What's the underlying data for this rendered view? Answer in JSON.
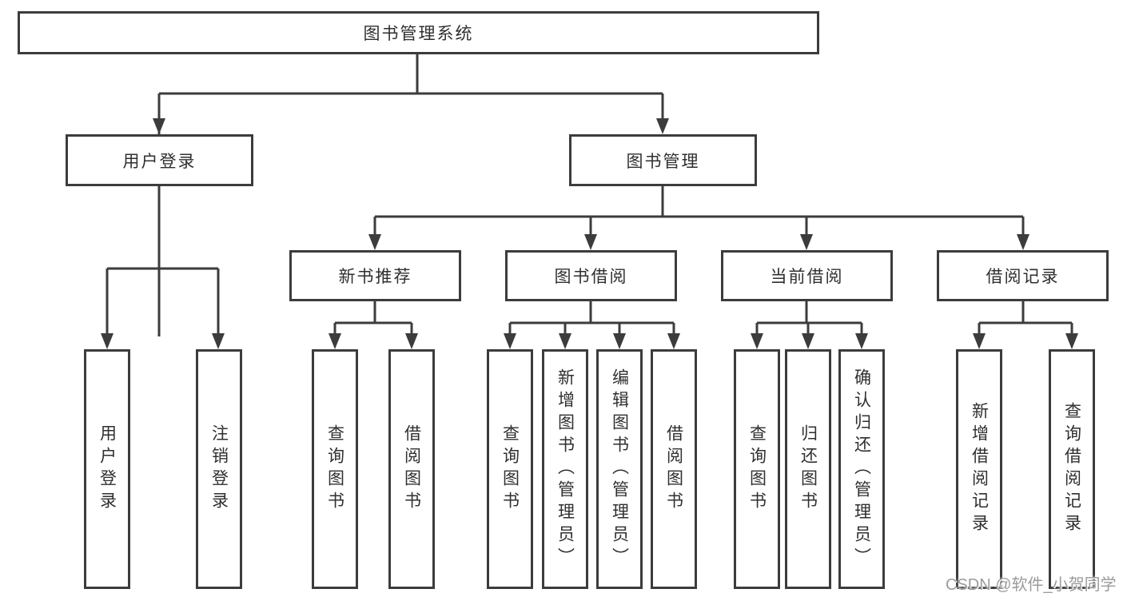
{
  "page": {
    "watermark": "CSDN @软件_小贺同学"
  },
  "colors": {
    "background": "#ffffff",
    "line": "#3c3c3c",
    "box_border": "#3c3c3c",
    "text": "#2f2f2f",
    "watermark": "#9b9b9b"
  },
  "tree": {
    "root": {
      "label": "图书管理系统"
    },
    "children": [
      {
        "label": "用户登录",
        "children": [
          {
            "label": "用户登录"
          },
          {
            "label": "注销登录"
          }
        ]
      },
      {
        "label": "图书管理",
        "children": [
          {
            "label": "新书推荐",
            "children": [
              {
                "label": "查询图书"
              },
              {
                "label": "借阅图书"
              }
            ]
          },
          {
            "label": "图书借阅",
            "children": [
              {
                "label": "查询图书"
              },
              {
                "label": "新增图书（管理员）"
              },
              {
                "label": "编辑图书（管理员）"
              },
              {
                "label": "借阅图书"
              }
            ]
          },
          {
            "label": "当前借阅",
            "children": [
              {
                "label": "查询图书"
              },
              {
                "label": "归还图书"
              },
              {
                "label": "确认归还（管理员）"
              }
            ]
          },
          {
            "label": "借阅记录",
            "children": [
              {
                "label": "新增借阅记录"
              },
              {
                "label": "查询借阅记录"
              }
            ]
          }
        ]
      }
    ]
  }
}
